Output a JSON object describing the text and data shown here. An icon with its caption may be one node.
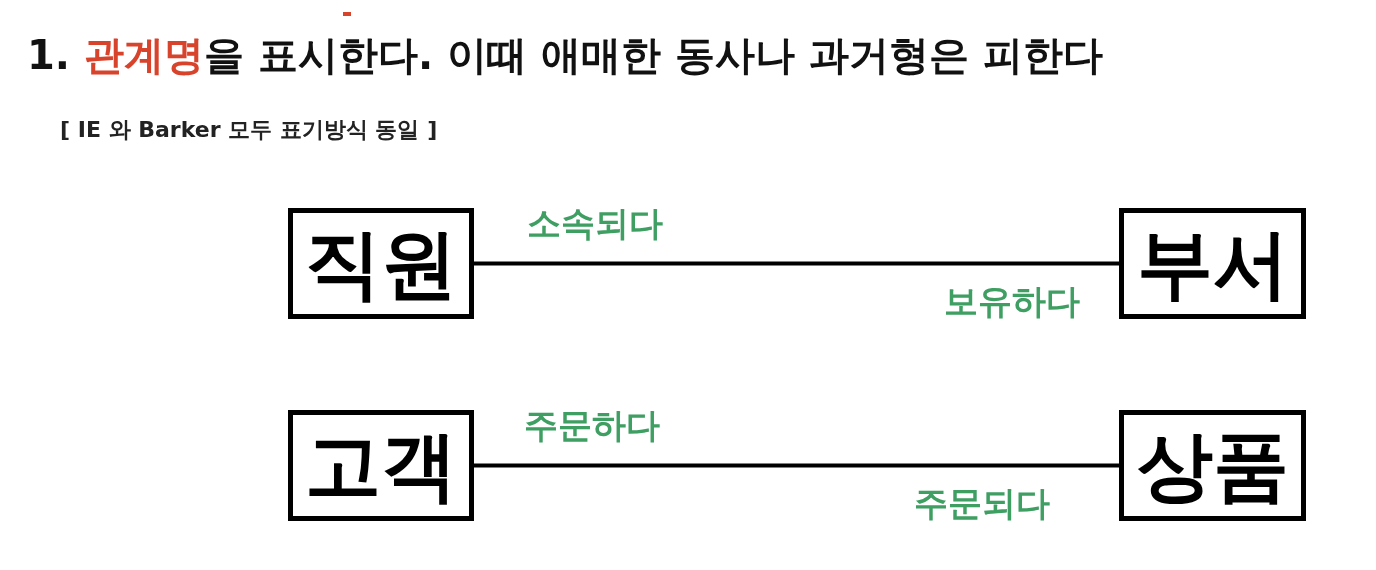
{
  "diagram": {
    "title": "1. **관계명**을 표시한다. 이때 애매한 동사나 과거형은 피한다",
    "nodes": [
      {
        "text": [
          "직원"
        ],
        "beside": [
          "소속되다"
        ]
      },
      {
        "text": [
          "부서"
        ],
        "beside": [
          "보유하다"
        ]
      },
      {
        "text": [
          "고객"
        ],
        "beside": [
          "주문하다"
        ]
      },
      {
        "text": [
          "상품"
        ],
        "beside": [
          "주문되다"
        ]
      }
    ],
    "edges": [
      {
        "from": 0,
        "to": 1,
        "arrow": "none"
      },
      {
        "from": 2,
        "to": 3,
        "arrow": "none"
      }
    ],
    "labels": [
      "[ IE 와 Barker 모두 표기방식 동일 ]"
    ]
  }
}
